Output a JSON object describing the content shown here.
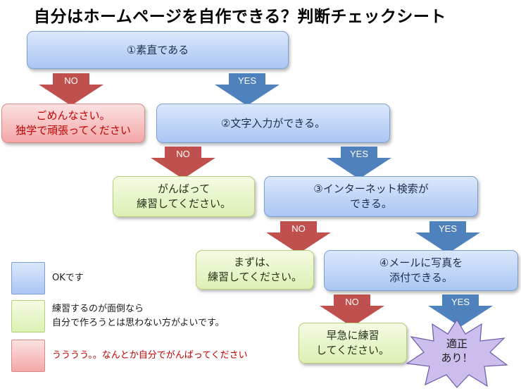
{
  "title": "自分はホームページを自作できる？判断チェックシート",
  "nodes": {
    "q1": "①素直である",
    "q2": "②文字入力ができる。",
    "q3": "③インターネット検索が\nできる。",
    "q4": "④メールに写真を\n添付できる。",
    "sorry": "ごめんなさい。\n独学で頑張ってください",
    "practice1": "がんばって\n練習してください。",
    "practice2": "まずは、\n練習してください。",
    "practice3": "早急に練習\nしてください。",
    "ok": "適正\nあり！"
  },
  "labels": {
    "no": "NO",
    "yes": "YES"
  },
  "legend": [
    {
      "color": "blue",
      "text": "OKです"
    },
    {
      "color": "green",
      "text": "練習するのが面倒なら\n自分で作ろうとは思わない方がよいです。"
    },
    {
      "color": "red",
      "text": "うううう。。なんとか自分でがんばってください"
    }
  ],
  "colors": {
    "blue_box": "#a9c6f3",
    "green_box": "#ddf0b4",
    "red_box": "#f4a7a7",
    "no_arrow": "#c0504d",
    "yes_arrow": "#4f81bd",
    "burst": "#c9b8ea",
    "alert_text": "#c00000"
  }
}
